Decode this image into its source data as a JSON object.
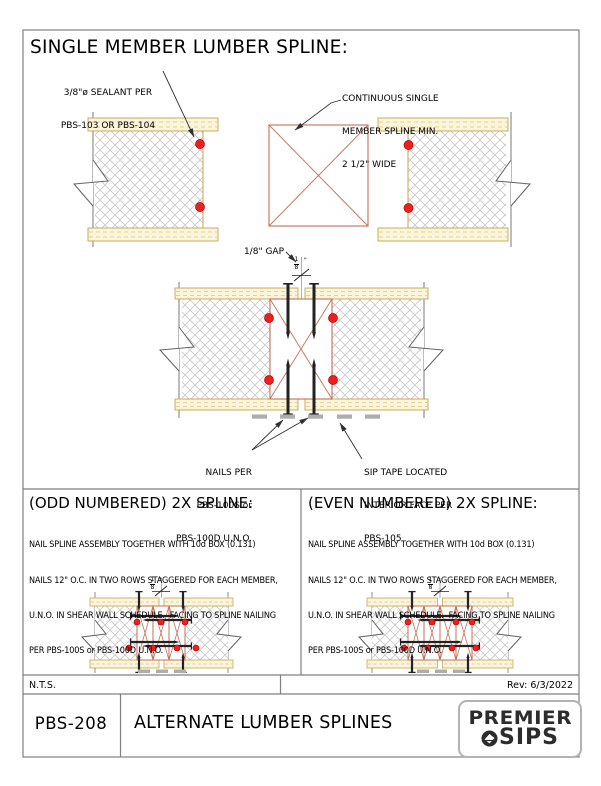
{
  "drawing": {
    "main_title": "SINGLE MEMBER LUMBER SPLINE:",
    "scale_note": "N.T.S.",
    "revision": "Rev: 6/3/2022"
  },
  "callouts": {
    "sealant_line1": "3/8\"ø SEALANT PER",
    "sealant_line2": "PBS-103 OR PBS-104",
    "spline_line1": "CONTINUOUS SINGLE",
    "spline_line2": "MEMBER SPLINE MIN.",
    "spline_line3": "2 1/2\" WIDE",
    "gap": "1/8\" GAP",
    "nails_line1": "NAILS PER",
    "nails_line2": "PBS-100S or",
    "nails_line3": "PBS-100D U.N.O.",
    "tape_line1": "SIP TAPE LOCATED",
    "tape_line2": "INTERIOR FACE PER",
    "tape_line3": "PBS-105"
  },
  "gap_dim": {
    "numerator": "1",
    "denominator": "8",
    "unit": "\""
  },
  "panel_odd": {
    "title": "(ODD NUMBERED) 2X SPLINE:",
    "body_line1": "NAIL SPLINE ASSEMBLY TOGETHER WITH 10d BOX (0.131)",
    "body_line2": "NAILS 12\" O.C. IN TWO ROWS STAGGERED FOR EACH MEMBER,",
    "body_line3": "U.N.O. IN SHEAR WALL SCHEDULE.  FACING TO SPLINE NAILING",
    "body_line4": "PER PBS-100S or PBS-100D U.N.O."
  },
  "panel_even": {
    "title": "(EVEN NUMBERED) 2X SPLINE:",
    "body_line1": "NAIL SPLINE ASSEMBLY TOGETHER WITH 10d BOX (0.131)",
    "body_line2": "NAILS 12\" O.C. IN TWO ROWS STAGGERED FOR EACH MEMBER,",
    "body_line3": "U.N.O. IN SHEAR WALL SCHEDULE.  FACING TO SPLINE NAILING",
    "body_line4": "PER PBS-100S or PBS-100D U.N.O."
  },
  "title_block": {
    "sheet_number": "PBS-208",
    "sheet_title": "ALTERNATE LUMBER SPLINES",
    "brand_line1": "PREMIER",
    "brand_line2": "SIPS"
  },
  "colors": {
    "skin_tan": "#c5a54e",
    "skin_fill": "#fbf5dc",
    "foam_hatch": "#c8c8c8",
    "lumber_salmon": "#c4705b",
    "sealant_red": "#f01f1f",
    "nail_black": "#222222",
    "tape_gray": "#adadad",
    "frame_gray": "#808080"
  }
}
